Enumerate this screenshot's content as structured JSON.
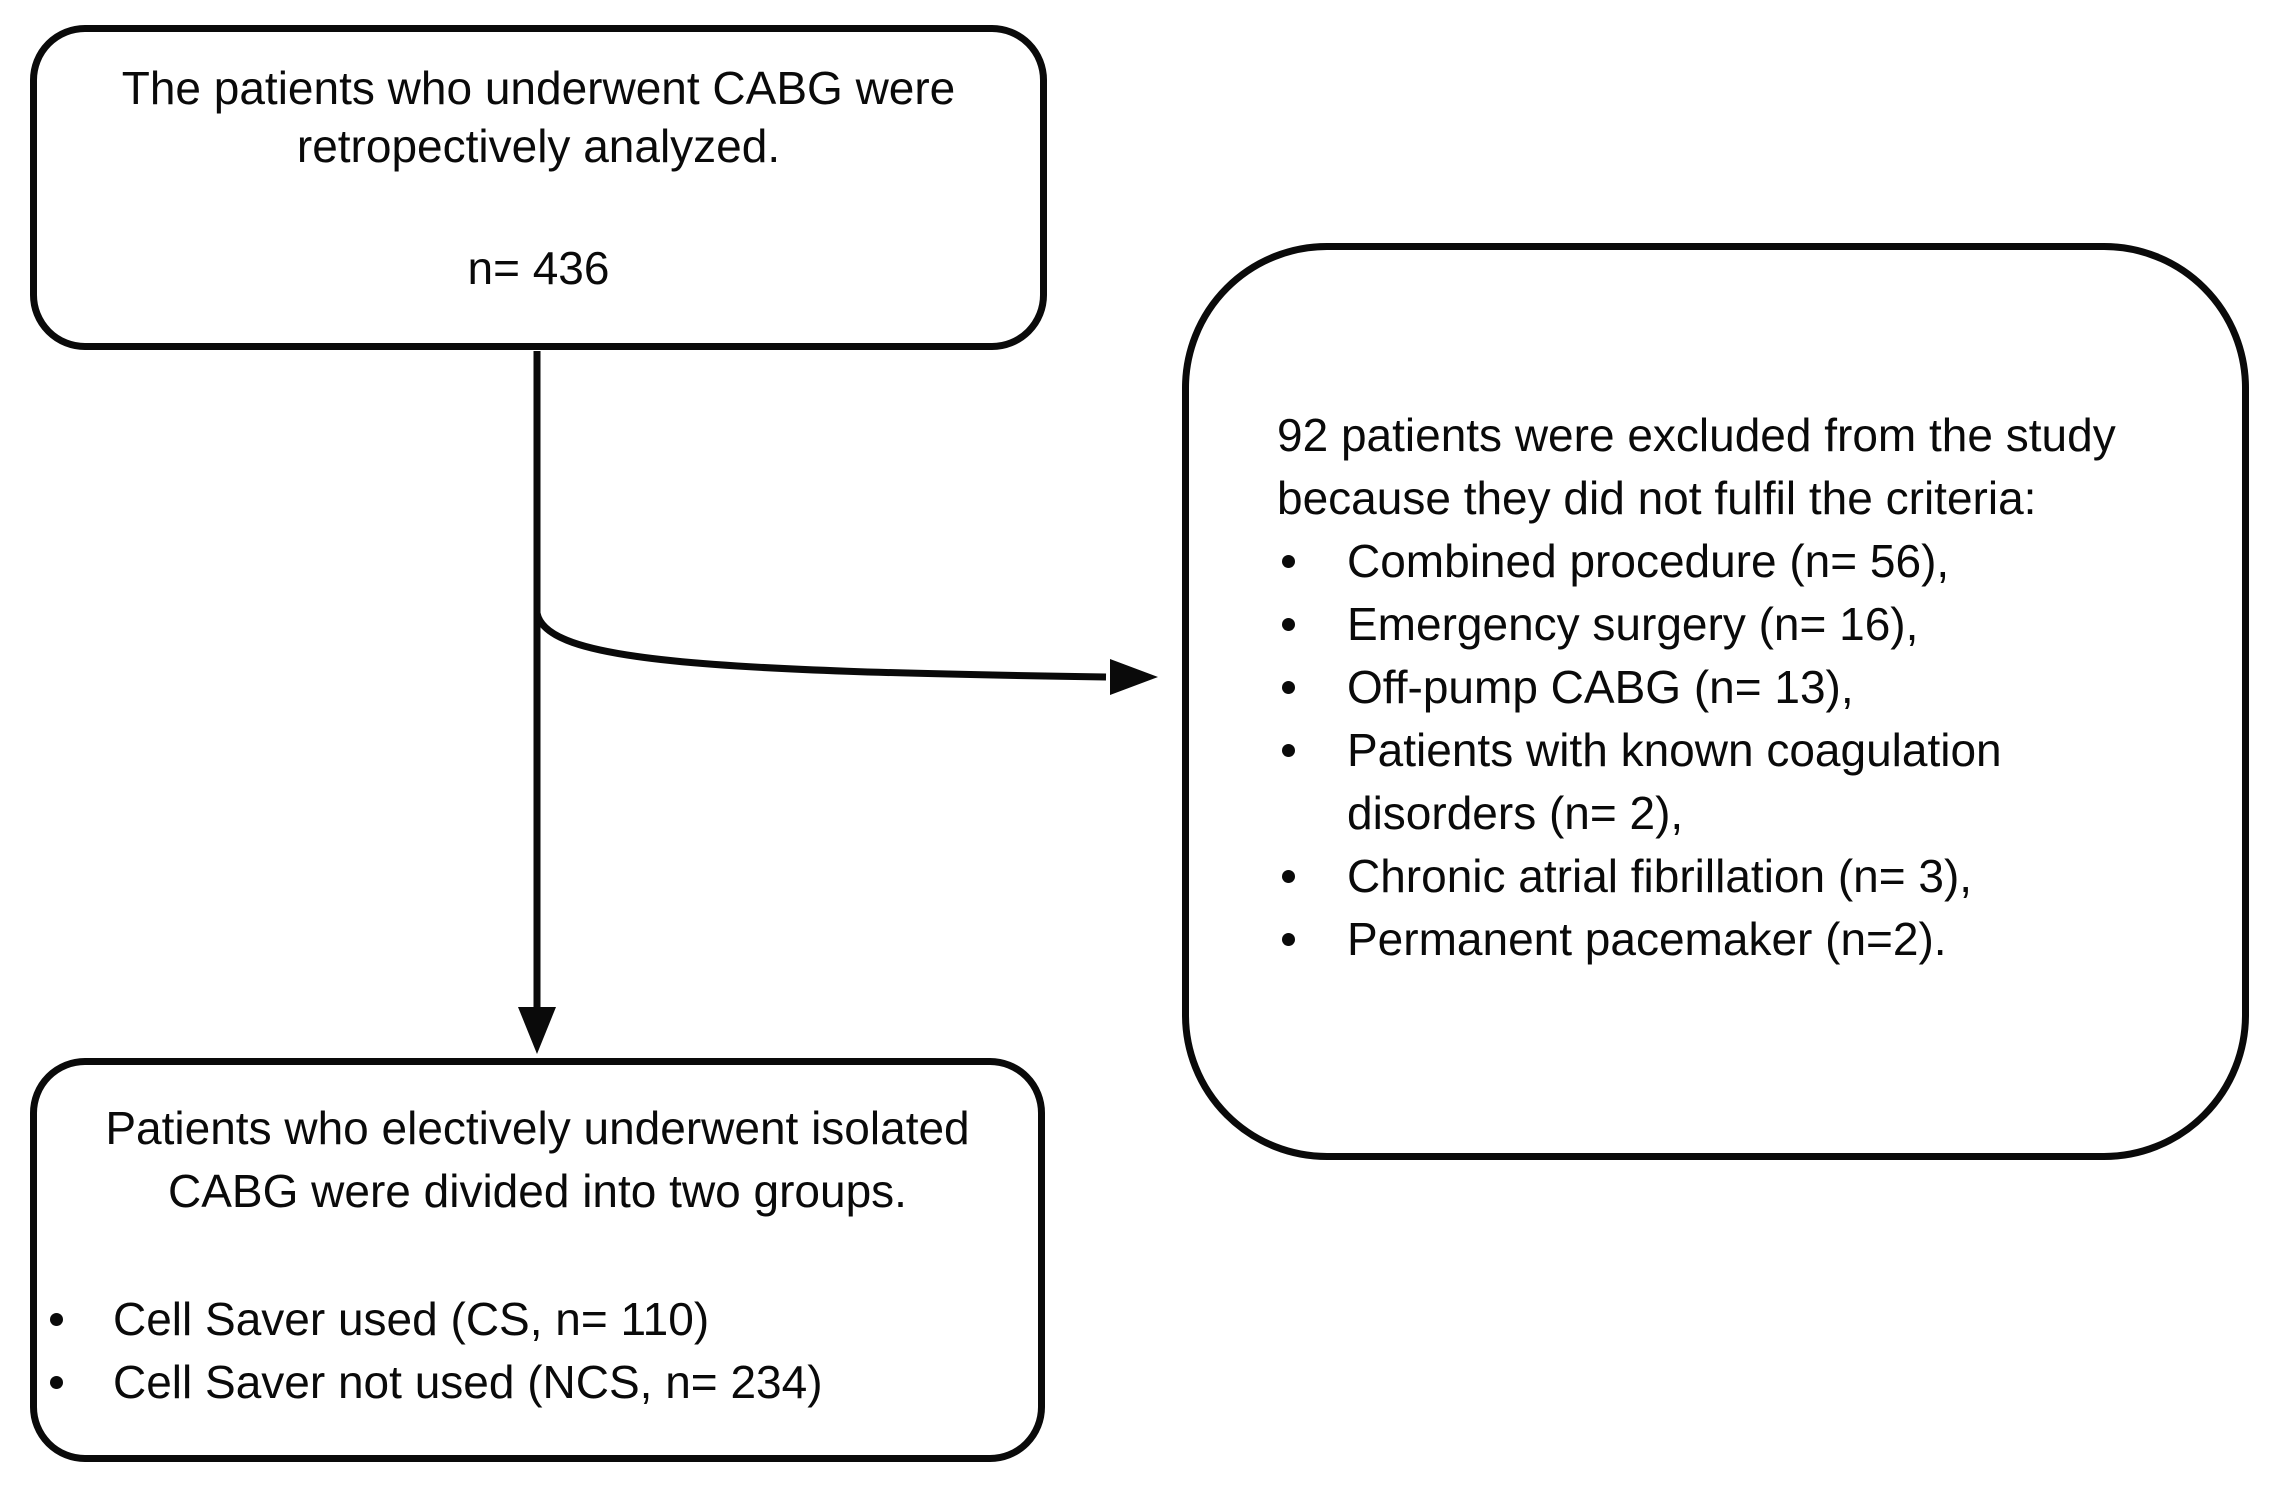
{
  "diagram": {
    "colors": {
      "background": "#ffffff",
      "stroke": "#0a0a0a",
      "text": "#0a0a0a"
    },
    "boxes": {
      "initial": {
        "lines": [
          "The patients who underwent CABG were",
          "retropectively analyzed."
        ],
        "n_label": "n= 436"
      },
      "excluded": {
        "intro_lines": [
          "92 patients were excluded from the study",
          "because they did not fulfil the criteria:"
        ],
        "bullets": [
          "Combined procedure (n= 56),",
          "Emergency surgery (n= 16),",
          "Off-pump CABG (n= 13),",
          "Patients with known coagulation disorders (n= 2),",
          "Chronic atrial fibrillation (n= 3),",
          "Permanent pacemaker (n=2)."
        ]
      },
      "groups": {
        "lines": [
          "Patients who electively underwent isolated",
          "CABG were divided into two groups."
        ],
        "bullets": [
          "Cell Saver used (CS, n= 110)",
          "Cell Saver not used (NCS, n= 234)"
        ]
      }
    }
  }
}
